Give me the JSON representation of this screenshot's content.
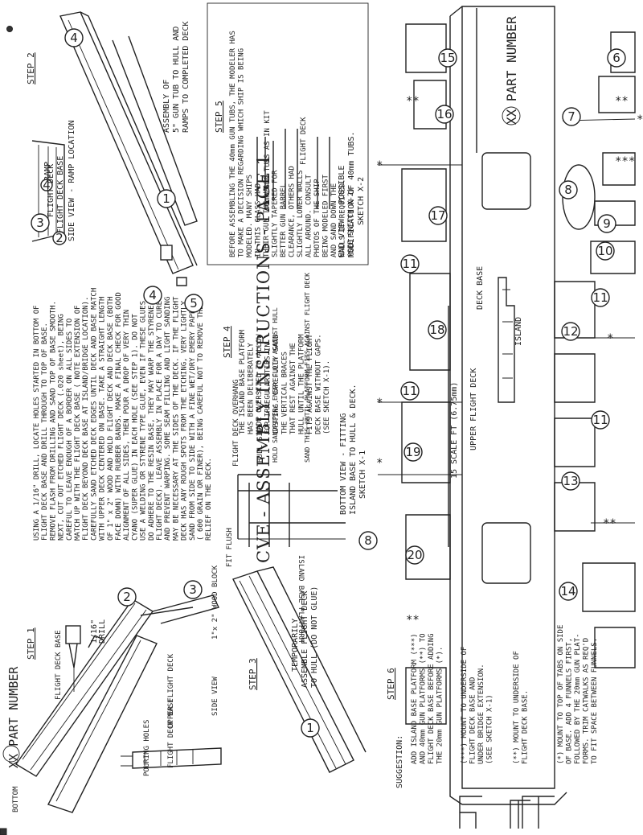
{
  "page": {
    "title": "CVE - ASSEMBLY INSTRUCTIONS - PAGE 1"
  },
  "step1": {
    "heading": "STEP 1",
    "part_number": "XX PART NUMBER",
    "labels": {
      "bottom": "BOTTOM",
      "flight_deck_base": "FLIGHT DECK BASE",
      "drill_size": "1/16\"",
      "drill": "DRILL",
      "wood_block": "1\"x 2\" WOOD BLOCK",
      "pouring_holes": "POURING HOLES",
      "upper_flight_deck": "UPPER FLIGHT DECK",
      "flight_deck_base_2": "FLIGHT DECK BASE",
      "side_view": "SIDE VIEW"
    },
    "callouts": [
      "2",
      "3"
    ],
    "instructions": [
      "USING A 1/16\" DRILL, LOCATE HOLES STARTED IN BOTTOM OF",
      "FLIGHT DECK BASE AND DRILL THROUGH TO TOP OF BASE.",
      "REMOVE FLASH FROM DRILLING AND SAND TOP OF BASE SMOOTH.",
      "NEXT, CUT OUT ETCHED FLIGHT DECK (.020 sheet), BEING",
      "CAREFUL TO LEAVE ENOUGH OF A BORDER ON ALL SIDES TO",
      "MATCH UP WITH THE FLIGHT DECK BASE ( NOTE EXTENSION OF",
      "FLIGHT DECK BEYOND DECK BASE AT ISLAND/BRIDGE LOCATION).",
      "CAREFULLY SAND ETCHED DECK EDGES UNTIL DECK AND BASE MATCH",
      "WITH UPPER DECK CENTERED ON BASE. TAKE A STRAIGHT LENGTH",
      "OF 1\" x 2\" WOOD AND HOLD FLIGHT DECK AND DECK BASE (BOTH",
      "FACE DOWN) WITH RUBBER BANDS. MAKE A FINAL CHECK FOR GOOD",
      "ALIGNMENT OF ALL SIDES, THEN POUR A DROP OF VERY THIN",
      "CYANO (SUPER GLUE) IN EACH HOLE (SEE STEP 1). DO NOT",
      "USE A WELDING OR STYRENE TYPE GLUE, EVEN IF THESE GLUES",
      "DO ADHERE TO THE RESIN BASE, THEY MAY WARP THE STYRENE",
      "FLIGHT DECK). LEAVE ASSEMBLY IN PLACE FOR A DAY TO CURE",
      "AND PREVENT WARPING. SOME SEAM FILLING AND LIGHT SANDING",
      "MAY BE NECESSARY AT THE SIDES OF THE DECK. IF THE FLIGHT",
      "DECK HAS ANY ROUGH SPOTS FROM THE ETCHING, VERY LIGHTLY",
      "SAND FROM SIDE TO SIDE WITH A FINE WET/DRY EMERY PAPER",
      "( 600 GRAIN OR FINER), BEING CAREFUL NOT TO REMOVE THE",
      "RELIEF ON THE DECK."
    ]
  },
  "step2": {
    "heading": "STEP 2",
    "labels": {
      "ramp": "RAMP",
      "flight_deck": "FLIGHT DECK",
      "flight_deck_base": "FLIGHT DECK BASE",
      "side_view": "SIDE VIEW - RAMP LOCATION",
      "caption_1": "ASSEMBLY OF",
      "caption_2": "5\" GUN TUB TO HULL AND",
      "caption_3": "RAMPS TO COMPLETED DECK"
    },
    "callouts": [
      "4",
      "3",
      "2",
      "1",
      "4",
      "5"
    ]
  },
  "step3": {
    "heading": "STEP 3",
    "labels": {
      "caption_1": "TEMPORARILY",
      "caption_2": "ASSEMBLE FLIGHT DECK",
      "caption_3": "TO HULL (DO NOT GLUE)"
    },
    "callouts": [
      "1"
    ]
  },
  "step4": {
    "heading": "STEP 4",
    "text": [
      "THE ISLAND BASE PLATFORM",
      "HAS BEEN DELIBERATELY",
      "MADE OVERSIZED TO ALLOW",
      "FOR IRREGULARITIES IN",
      "CASTING. CAREFULLY SAND",
      "THE VERTICAL BRACES",
      "THAT REST AGAINST THE",
      "HULL UNTIL THE PLATFORM",
      "FITS AGAINST THE FLIGHT",
      "DECK BASE WITHOUT GAPS.",
      "(SEE SKETCH X-1)."
    ],
    "labels": {
      "fit_flush": "FIT FLUSH",
      "island_base_platform": "ISLAND BASE PLATFORM",
      "flight_deck_overhang": "FLIGHT DECK OVERHANG",
      "hull_side": "HULL SIDE",
      "hold_sandpaper": "HOLD SANDPAPER/ EMERY CLOTH AGAINST HULL",
      "sand_this": "SAND THIS UNTIL PLATFORM FITS AGAINST FLIGHT DECK",
      "caption_1": "BOTTOM VIEW - FITTING",
      "caption_2": "ISLAND BASE TO HULL & DECK.",
      "caption_3": "SKETCH X-1"
    },
    "callouts": [
      "8"
    ]
  },
  "step5": {
    "heading": "STEP 5",
    "text": [
      "BEFORE ASSEMBLING THE 40mm GUN TUBS, THE MODELER HAS",
      "TO MAKE A DECISION REGARDING WHICH SHIP IS BEING",
      "MODELED. MANY SHIPS",
      "IN THIS CLASS HAD",
      "THEIR GUN TUB WALLS",
      "SLIGHTLY TAPERED FOR",
      "BETTER GUN BARREL",
      "CLEARANCE, OTHERS HAD",
      "SLIGHTLY LOWER WALLS",
      "ALL AROUND. CONSULT",
      "PHOTOS OF THE SHIP",
      "BEING MODELED FIRST",
      "AND SAND DOWN THE",
      "WALLS IF REQUIRED.",
      "(SEE SKETCH X-2)"
    ],
    "labels": {
      "gun_tubs": "40mm GUN TUBS AS IN KIT",
      "flight_deck": "FLIGHT DECK",
      "caption_1": "END VIEW - POSSIBLE",
      "caption_2": "MODIFICATION OF 40mm TUBS.",
      "caption_3": "SKETCH X-2"
    }
  },
  "step6": {
    "heading": "STEP 6",
    "suggestion_label": "SUGGESTION:",
    "suggestion": [
      "ADD ISLAND BASE PLATFORM (***)",
      "AND 40mm GUN PLATFORMS (**) TO",
      "FLIGHT DECK BASE BEFORE ADDING",
      "THE 20mm GUN PLATFORMS (*)."
    ],
    "notes": [
      [
        "(***) MOUNT TO UNDERSIDE OF",
        "FLIGHT DECK BASE AND",
        "UNDER BRIDGE EXTENSION.",
        "(SEE SKETCH X-1)"
      ],
      [
        "(**) MOUNT TO UNDERSIDE OF",
        "FLIGHT DECK BASE."
      ],
      [
        "(*) MOUNT TO TOP OF TABS ON SIDE",
        "OF BASE. ADD 4 FUNNELS FIRST,",
        "FOLLOWED BY THE 20mm GUN PLAT-",
        "FORMS. TRIM CATWALKS AS REQ'D",
        "TO FIT SPACE BETWEEN FUNNELS."
      ]
    ],
    "labels": {
      "part_number": "XX PART NUMBER",
      "deck_base": "DECK BASE",
      "island": "ISLAND",
      "upper_flight_deck": "UPPER FLIGHT DECK",
      "scale": "15 SCALE FT (6.75mm)",
      "star1": "*",
      "star2": "**",
      "star3": "***"
    },
    "callouts": [
      "15",
      "6",
      "16",
      "7",
      "8",
      "9",
      "17",
      "10",
      "11",
      "11",
      "18",
      "12",
      "11",
      "11",
      "19",
      "13",
      "20",
      "14"
    ]
  }
}
